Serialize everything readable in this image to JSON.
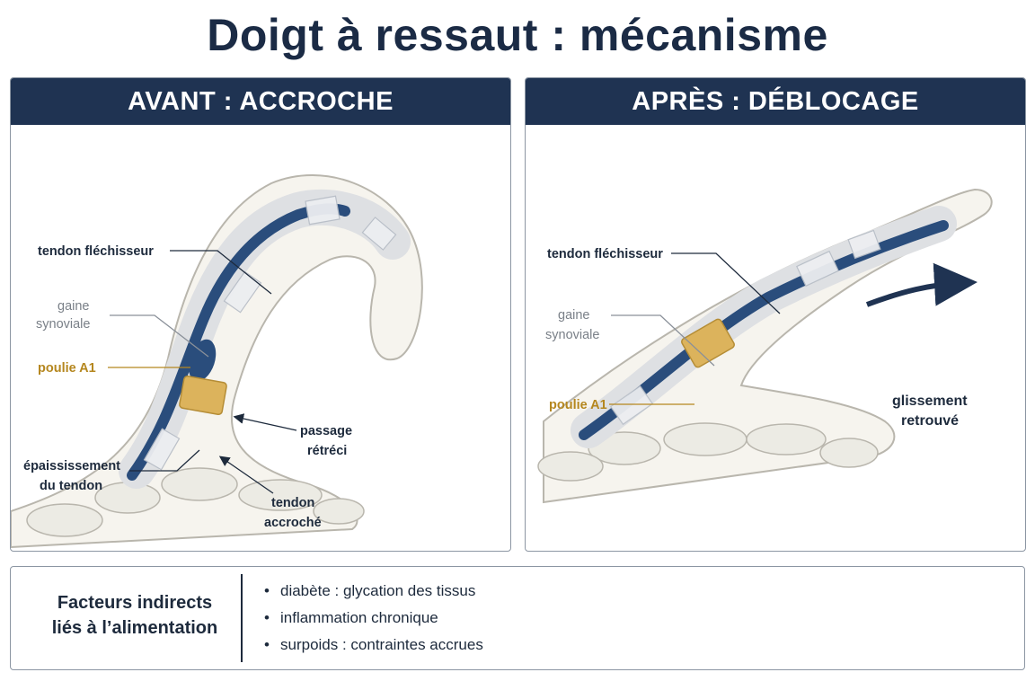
{
  "title": "Doigt à ressaut : mécanisme",
  "panels": {
    "before": {
      "header": "AVANT : ACCROCHE",
      "labels": {
        "tendon": "tendon fléchisseur",
        "gaine_1": "gaine",
        "gaine_2": "synoviale",
        "poulie": "poulie A1",
        "epaississement_1": "épaississement",
        "epaississement_2": "du tendon",
        "passage_1": "passage",
        "passage_2": "rétréci",
        "accroche_1": "tendon",
        "accroche_2": "accroché"
      }
    },
    "after": {
      "header": "APRÈS : DÉBLOCAGE",
      "labels": {
        "tendon": "tendon fléchisseur",
        "gaine_1": "gaine",
        "gaine_2": "synoviale",
        "poulie": "poulie A1",
        "glissement_1": "glissement",
        "glissement_2": "retrouvé"
      }
    }
  },
  "footer": {
    "title_1": "Facteurs indirects",
    "title_2": "liés à l’alimentation",
    "items": [
      "diabète : glycation des tissus",
      "inflammation chronique",
      "surpoids : contraintes accrues"
    ]
  },
  "colors": {
    "header_bg": "#1f3352",
    "tendon": "#2a4d7c",
    "pulley": "#dcb35c",
    "gold_label": "#b5871f"
  }
}
